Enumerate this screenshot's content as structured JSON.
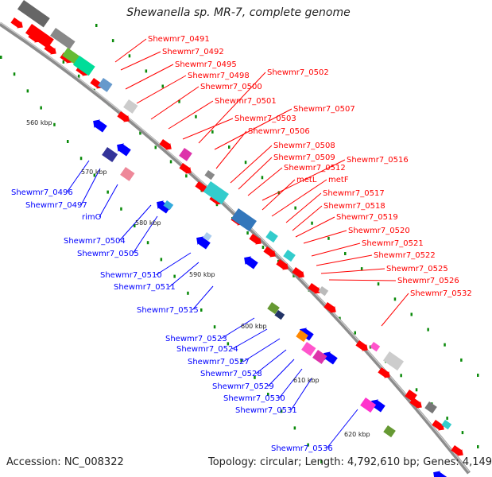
{
  "title": "Shewanella sp. MR-7, complete genome",
  "accession_text": "Accession: NC_008322",
  "topology_text": "Topology: circular; Length: 4,792,610 bp; Genes: 4,149",
  "colors": {
    "forward": "#ff0000",
    "reverse": "#0000ff",
    "backbone": "#888888",
    "tick": "#0a8a0a"
  },
  "kbp_labels": [
    "560 kbp",
    "570 kbp",
    "580 kbp",
    "590 kbp",
    "600 kbp",
    "610 kbp",
    "620 kbp"
  ],
  "forward_genes": [
    "Shewmr7_0491",
    "Shewmr7_0492",
    "Shewmr7_0495",
    "Shewmr7_0498",
    "Shewmr7_0500",
    "Shewmr7_0502",
    "Shewmr7_0501",
    "Shewmr7_0507",
    "Shewmr7_0503",
    "Shewmr7_0506",
    "Shewmr7_0508",
    "Shewmr7_0509",
    "Shewmr7_0516",
    "Shewmr7_0512",
    "metL",
    "metF",
    "Shewmr7_0517",
    "Shewmr7_0518",
    "Shewmr7_0519",
    "Shewmr7_0520",
    "Shewmr7_0521",
    "Shewmr7_0522",
    "Shewmr7_0525",
    "Shewmr7_0526",
    "Shewmr7_0532"
  ],
  "reverse_genes": [
    "Shewmr7_0496",
    "Shewmr7_0497",
    "rimO",
    "Shewmr7_0504",
    "Shewmr7_0505",
    "Shewmr7_0510",
    "Shewmr7_0511",
    "Shewmr7_0515",
    "Shewmr7_0523",
    "Shewmr7_0524",
    "Shewmr7_0527",
    "Shewmr7_0528",
    "Shewmr7_0529",
    "Shewmr7_0530",
    "Shewmr7_0531",
    "Shewmr7_0536"
  ]
}
